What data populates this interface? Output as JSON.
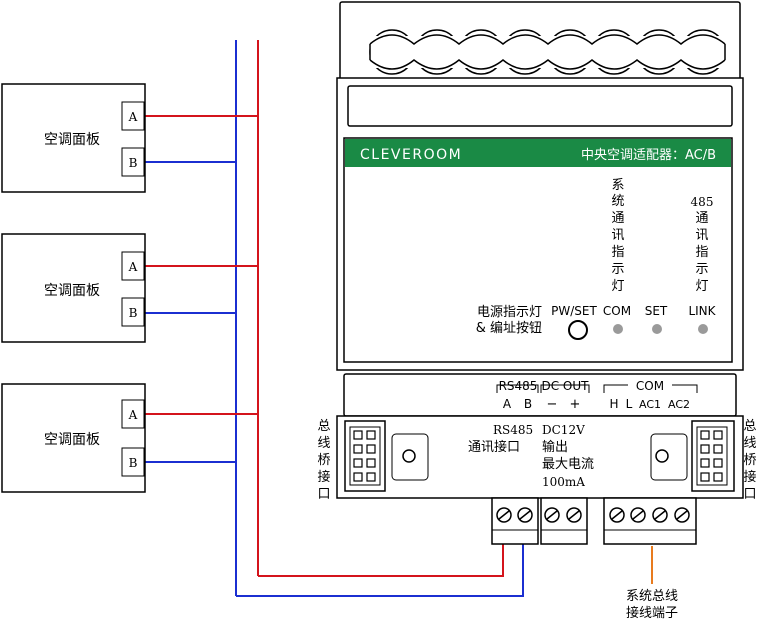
{
  "panels": [
    {
      "label": "空调面板",
      "port_a": "A",
      "port_b": "B"
    },
    {
      "label": "空调面板",
      "port_a": "A",
      "port_b": "B"
    },
    {
      "label": "空调面板",
      "port_a": "A",
      "port_b": "B"
    }
  ],
  "device": {
    "brand": "CLEVEROOM",
    "model": "中央空调适配器：AC/B",
    "com_indicator_label": [
      "系",
      "统",
      "通",
      "讯",
      "指",
      "示",
      "灯"
    ],
    "link_indicator_label": [
      "485",
      "通",
      "讯",
      "指",
      "示",
      "灯"
    ],
    "power_label_line1": "电源指示灯",
    "power_label_line2": "& 编址按钮",
    "led_labels": {
      "pwset": "PW/SET",
      "com": "COM",
      "set": "SET",
      "link": "LINK"
    },
    "terminals": {
      "rs485": "RS485",
      "a": "A",
      "b": "B",
      "dcout": "DC OUT",
      "minus": "−",
      "plus": "+",
      "com": "COM",
      "h": "H",
      "l": "L",
      "ac1": "AC1",
      "ac2": "AC2"
    },
    "rs485_desc": [
      "RS485",
      "通讯接口"
    ],
    "dc_desc": [
      "DC12V",
      "输出",
      "最大电流",
      "100mA"
    ],
    "bus_bridge_left": [
      "总",
      "线",
      "桥",
      "接",
      "口"
    ],
    "bus_bridge_right": [
      "总",
      "线",
      "桥",
      "接",
      "口"
    ]
  },
  "system_bus_label": [
    "系统总线",
    "接线端子"
  ],
  "colors": {
    "red": "#d4141c",
    "blue": "#1b2fd1",
    "green": "#1a8a45",
    "orange": "#e87b1e",
    "led": "#9a9a9a"
  }
}
